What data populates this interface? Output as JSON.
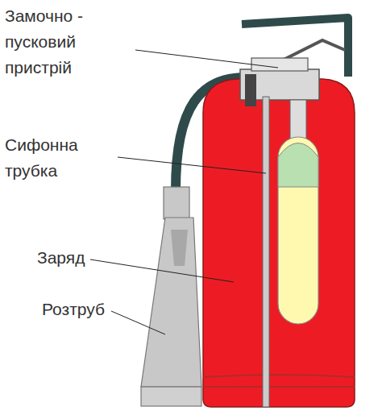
{
  "diagram": {
    "labels": [
      "Замочно - пусковий пристрій",
      "Сифонна трубка",
      "Заряд",
      "Розтруб"
    ]
  }
}
